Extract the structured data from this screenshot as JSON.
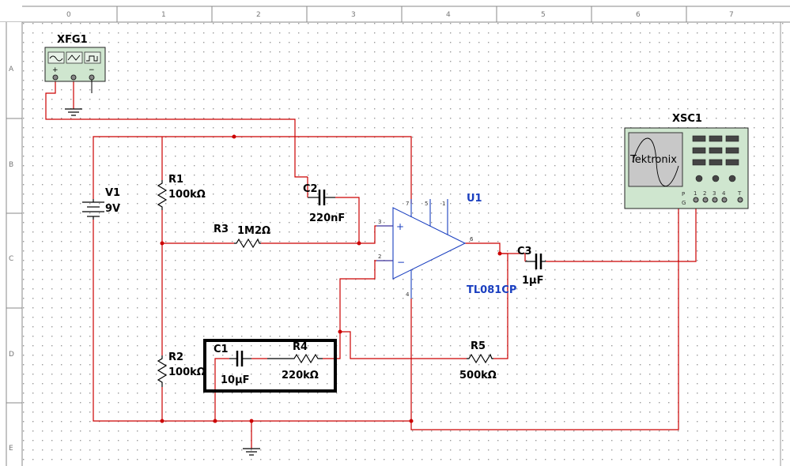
{
  "ruler": {
    "columns": [
      "0",
      "1",
      "2",
      "3",
      "4",
      "5",
      "6",
      "7"
    ],
    "rows": [
      "A",
      "B",
      "C",
      "D",
      "E"
    ]
  },
  "components": {
    "xfg1": {
      "ref": "XFG1"
    },
    "xsc1": {
      "ref": "XSC1",
      "brand": "Tektronix",
      "pins": [
        "P",
        "G",
        "1",
        "2",
        "3",
        "4",
        "T"
      ]
    },
    "v1": {
      "ref": "V1",
      "value": "9V"
    },
    "r1": {
      "ref": "R1",
      "value": "100kΩ"
    },
    "r2": {
      "ref": "R2",
      "value": "100kΩ"
    },
    "r3": {
      "ref": "R3",
      "value": "1M2Ω"
    },
    "r4": {
      "ref": "R4",
      "value": "220kΩ"
    },
    "r5": {
      "ref": "R5",
      "value": "500kΩ"
    },
    "c1": {
      "ref": "C1",
      "value": "10µF"
    },
    "c2": {
      "ref": "C2",
      "value": "220nF"
    },
    "c3": {
      "ref": "C3",
      "value": "1µF"
    },
    "u1": {
      "ref": "U1",
      "model": "TL081CP",
      "pins": [
        "3",
        "2",
        "6",
        "7",
        "5",
        "1",
        "4"
      ]
    }
  },
  "colors": {
    "wire": "#cc0000",
    "component": "#000000",
    "opamp": "#1a3fc0",
    "grid_dot": "#9a9a9a",
    "instrument_body": "#cfe6cf",
    "highlight_box": "#000000"
  }
}
